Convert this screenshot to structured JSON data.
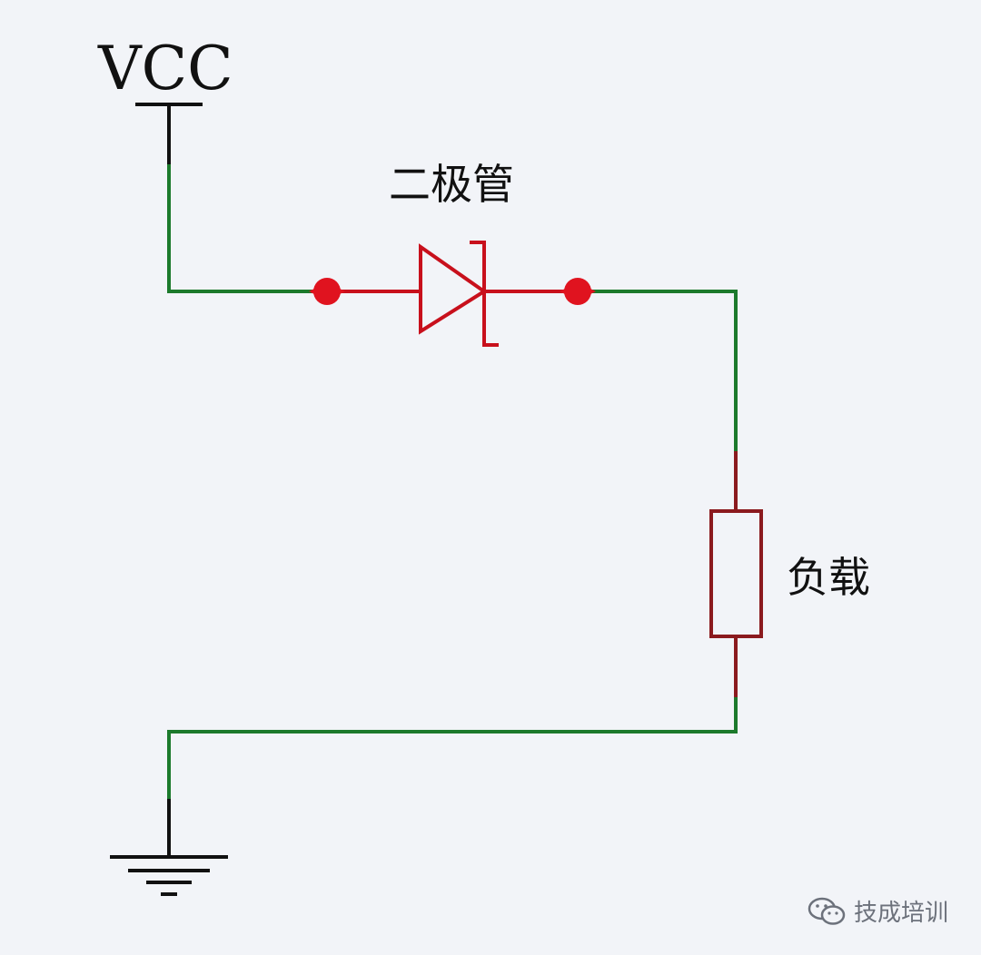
{
  "labels": {
    "vcc": "VCC",
    "diode": "二极管",
    "load": "负载"
  },
  "watermark": {
    "text": "技成培训",
    "icon": "wechat-icon"
  },
  "colors": {
    "background": "#f2f4f8",
    "wire_green": "#1c7a2c",
    "component_red": "#c8101c",
    "terminal_dark": "#111111",
    "text": "#111111"
  }
}
